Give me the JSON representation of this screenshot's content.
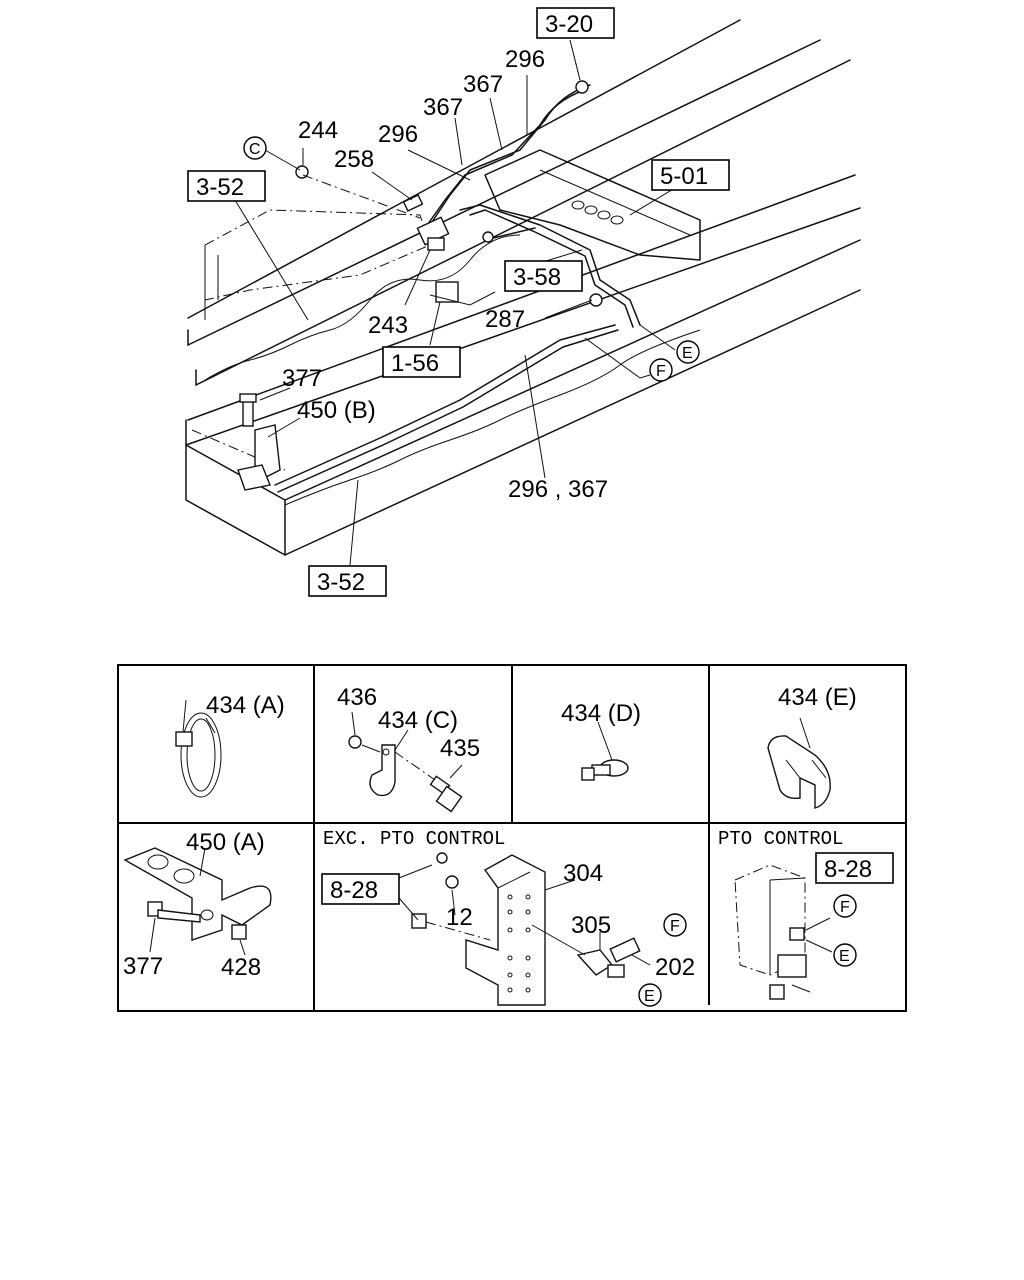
{
  "main_view": {
    "callouts": [
      "244",
      "258",
      "296",
      "367",
      "367",
      "296",
      "243",
      "287",
      "377",
      "450 (B)",
      "296 , 367"
    ],
    "ref_boxes": [
      "3-20",
      "3-52",
      "5-01",
      "3-58",
      "1-56",
      "3-52"
    ],
    "circle_markers": [
      "C",
      "E",
      "F"
    ]
  },
  "parts_table": {
    "cells": [
      {
        "labels": [
          "434 (A)"
        ]
      },
      {
        "labels": [
          "436",
          "434 (C)",
          "435"
        ]
      },
      {
        "labels": [
          "434 (D)"
        ]
      },
      {
        "labels": [
          "434 (E)"
        ]
      },
      {
        "labels": [
          "450 (A)",
          "377",
          "428"
        ]
      },
      {
        "header": "EXC. PTO  CONTROL",
        "labels": [
          "304",
          "12",
          "305",
          "202"
        ],
        "ref_box": "8-28",
        "circle_markers": [
          "F",
          "E"
        ]
      },
      {
        "header": "PTO  CONTROL",
        "ref_box": "8-28",
        "circle_markers": [
          "F",
          "E"
        ]
      }
    ]
  }
}
